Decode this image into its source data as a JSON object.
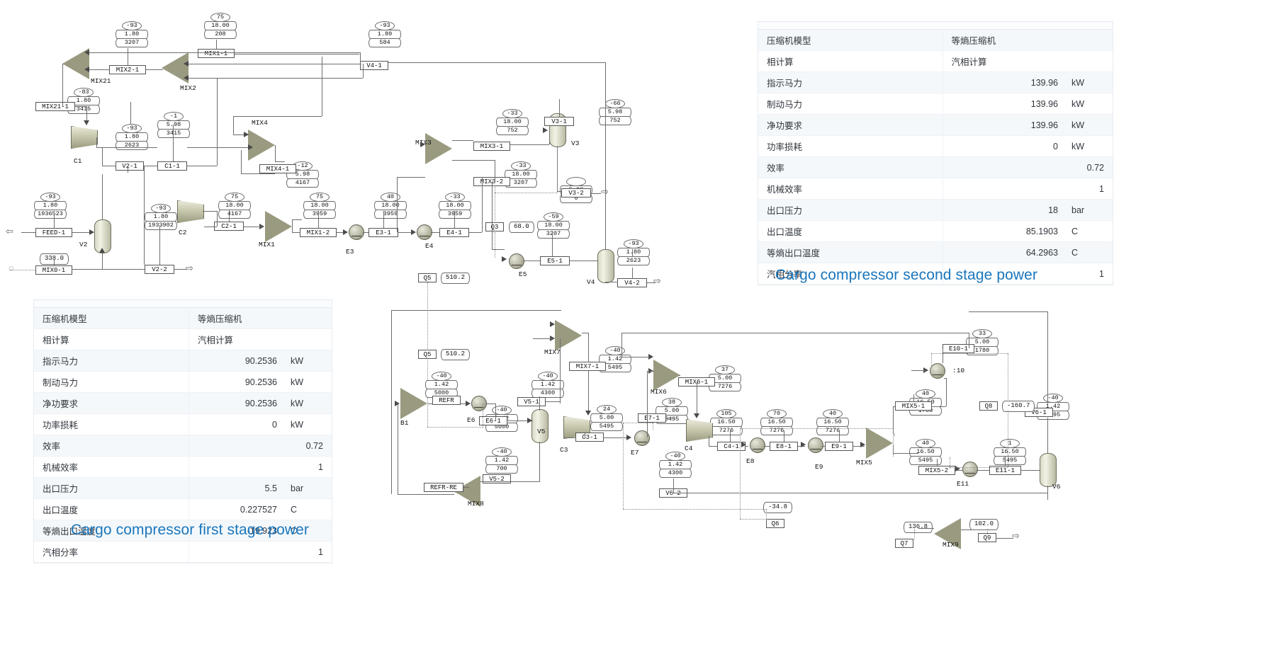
{
  "captions": {
    "first_stage": "Cargo compressor first stage power",
    "second_stage": "Cargo compressor second stage power",
    "accent_color": "#1a76bc"
  },
  "tables": {
    "second_stage": {
      "caption": "Cargo compressor second stage power",
      "rows": [
        {
          "label": "压缩机模型",
          "value": "等熵压缩机",
          "unit": "",
          "text": true
        },
        {
          "label": "相计算",
          "value": "汽相计算",
          "unit": "",
          "text": true
        },
        {
          "label": "指示马力",
          "value": "139.96",
          "unit": "kW"
        },
        {
          "label": "制动马力",
          "value": "139.96",
          "unit": "kW"
        },
        {
          "label": "净功要求",
          "value": "139.96",
          "unit": "kW"
        },
        {
          "label": "功率损耗",
          "value": "0",
          "unit": "kW"
        },
        {
          "label": "效率",
          "value": "0.72",
          "unit": "",
          "far": true
        },
        {
          "label": "机械效率",
          "value": "1",
          "unit": "",
          "far": true
        },
        {
          "label": "出口压力",
          "value": "18",
          "unit": "bar"
        },
        {
          "label": "出口温度",
          "value": "85.1903",
          "unit": "C"
        },
        {
          "label": "等熵出口温度",
          "value": "64.2963",
          "unit": "C"
        },
        {
          "label": "汽相分率",
          "value": "1",
          "unit": "",
          "far": true
        }
      ]
    },
    "first_stage": {
      "caption": "Cargo compressor first stage power",
      "rows": [
        {
          "label": "压缩机模型",
          "value": "等熵压缩机",
          "unit": "",
          "text": true
        },
        {
          "label": "相计算",
          "value": "汽相计算",
          "unit": "",
          "text": true
        },
        {
          "label": "指示马力",
          "value": "90.2536",
          "unit": "kW"
        },
        {
          "label": "制动马力",
          "value": "90.2536",
          "unit": "kW"
        },
        {
          "label": "净功要求",
          "value": "90.2536",
          "unit": "kW"
        },
        {
          "label": "功率损耗",
          "value": "0",
          "unit": "kW"
        },
        {
          "label": "效率",
          "value": "0.72",
          "unit": "",
          "far": true
        },
        {
          "label": "机械效率",
          "value": "1",
          "unit": "",
          "far": true
        },
        {
          "label": "出口压力",
          "value": "5.5",
          "unit": "bar"
        },
        {
          "label": "出口温度",
          "value": "0.227527",
          "unit": "C"
        },
        {
          "label": "等熵出口温度",
          "value": "-19.923",
          "unit": "C"
        },
        {
          "label": "汽相分率",
          "value": "1",
          "unit": "",
          "far": true
        }
      ]
    }
  },
  "flowsheet": {
    "equipment_labels": [
      "MIX21",
      "MIX2",
      "C1",
      "MIX4",
      "MIX3",
      "V3",
      "C2",
      "MIX1",
      "E3",
      "E4",
      "E5",
      "V4",
      "V2",
      "B1",
      "E6",
      "V5",
      "C3",
      "MIX7",
      "MIX6",
      "E7",
      "C4",
      "E8",
      "E9",
      "MIX5",
      "E10",
      "E11",
      "MIX8",
      "MIX9",
      "V6"
    ],
    "stream_blocks": [
      "MIX1-1",
      "MIX2-1",
      "MIX21-1",
      "V4-1",
      "C1-1",
      "V2-1",
      "MIX4-1",
      "C2-1",
      "MIX1-2",
      "E3-1",
      "E4-1",
      "MIX3-1",
      "MIX3-2",
      "V3-1",
      "V3-2",
      "E5-1",
      "V4-2",
      "MIX0-1",
      "V2-2",
      "FEED-1",
      "REFR",
      "E6-1",
      "V5-1",
      "V5-2",
      "REFR-RE",
      "MIX7-1",
      "C3-1",
      "E7-1",
      "MIX6-1",
      "C4-1",
      "E8-1",
      "E9-1",
      "E10-1",
      "MIX5-1",
      "MIX5-2",
      "E11-1",
      "V6-1",
      "V6-2",
      "Q3",
      "Q5",
      "Q6",
      "Q7",
      "Q8",
      "Q9"
    ],
    "tags": [
      {
        "t": "-93",
        "p": "1.80",
        "f": "3207"
      },
      {
        "t": "75",
        "p": "18.00",
        "f": "208"
      },
      {
        "t": "-93",
        "p": "1.80",
        "f": "584"
      },
      {
        "t": "-83",
        "p": "1.80",
        "f": "3415"
      },
      {
        "t": "-93",
        "p": "1.80",
        "f": "2623"
      },
      {
        "t": "-1",
        "p": "5.98",
        "f": "3415"
      },
      {
        "t": "-12",
        "p": "5.98",
        "f": "4167"
      },
      {
        "t": "-93",
        "p": "1.80",
        "f": "1936523"
      },
      {
        "t": "-93",
        "p": "1.80",
        "f": "1933902"
      },
      {
        "t": "75",
        "p": "18.00",
        "f": "4167"
      },
      {
        "t": "75",
        "p": "18.00",
        "f": "3959"
      },
      {
        "t": "40",
        "p": "18.00",
        "f": "3959"
      },
      {
        "t": "-33",
        "p": "18.00",
        "f": "3959"
      },
      {
        "t": "-33",
        "p": "18.00",
        "f": "752"
      },
      {
        "t": "-33",
        "p": "18.00",
        "f": "3207"
      },
      {
        "t": "-66",
        "p": "5.98",
        "f": "752"
      },
      {
        "t": "",
        "p": "5.98",
        "f": "0"
      },
      {
        "t": "-59",
        "p": "18.00",
        "f": "3207"
      },
      {
        "t": "-93",
        "p": "1.80",
        "f": "2623"
      },
      {
        "t": "-40",
        "p": "1.42",
        "f": "5000"
      },
      {
        "t": "-40",
        "p": "1.42",
        "f": "5000"
      },
      {
        "t": "-40",
        "p": "1.42",
        "f": "4300"
      },
      {
        "t": "-40",
        "p": "1.42",
        "f": "700"
      },
      {
        "t": "-40",
        "p": "1.42",
        "f": "5495"
      },
      {
        "t": "24",
        "p": "5.00",
        "f": "5495"
      },
      {
        "t": "38",
        "p": "5.00",
        "f": "5495"
      },
      {
        "t": "37",
        "p": "5.00",
        "f": "7276"
      },
      {
        "t": "105",
        "p": "16.50",
        "f": "7276"
      },
      {
        "t": "70",
        "p": "16.50",
        "f": "7276"
      },
      {
        "t": "40",
        "p": "16.50",
        "f": "7276"
      },
      {
        "t": "33",
        "p": "5.00",
        "f": "1780"
      },
      {
        "t": "40",
        "p": "16.50",
        "f": "1780"
      },
      {
        "t": "40",
        "p": "16.50",
        "f": "5495"
      },
      {
        "t": "1",
        "p": "16.50",
        "f": "5495"
      },
      {
        "t": "-40",
        "p": "1.42",
        "f": "1195"
      },
      {
        "t": "-40",
        "p": "1.42",
        "f": "4300"
      }
    ],
    "pills": [
      {
        "id": "Q3",
        "v": "68.0"
      },
      {
        "id": "Q5",
        "v": "510.2"
      },
      {
        "id": "Q5b",
        "v": "510.2"
      },
      {
        "id": "Q6",
        "v": "-34.8"
      },
      {
        "id": "Q7",
        "v": "136.8"
      },
      {
        "id": "Q8",
        "v": "-160.7"
      },
      {
        "id": "Q9",
        "v": "102.0"
      },
      {
        "id": "feed",
        "v": "338.0"
      }
    ]
  }
}
